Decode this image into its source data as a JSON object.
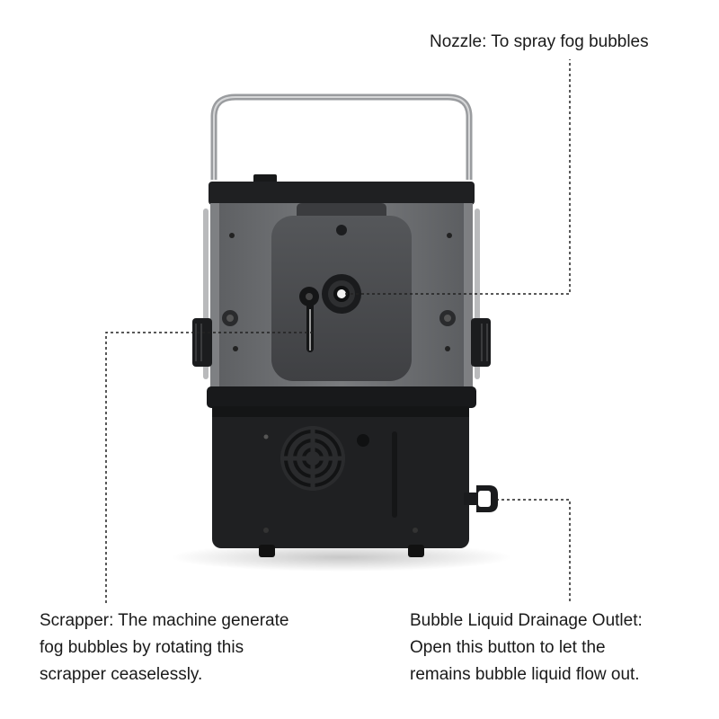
{
  "annotations": {
    "nozzle": "Nozzle: To spray fog bubbles",
    "scrapper": "Scrapper: The machine generate\nfog bubbles by rotating this\nscrapper ceaselessly.",
    "drainage": "Bubble Liquid Drainage Outlet:\nOpen this button to let the\nremains bubble liquid flow out."
  },
  "colors": {
    "machine_body": "#1e1f21",
    "tank_glass": "#6e7073",
    "nozzle_plate": "#48494b",
    "leader_line": "#222222"
  },
  "icons": {
    "device": "fog-bubble-machine-illustration"
  }
}
